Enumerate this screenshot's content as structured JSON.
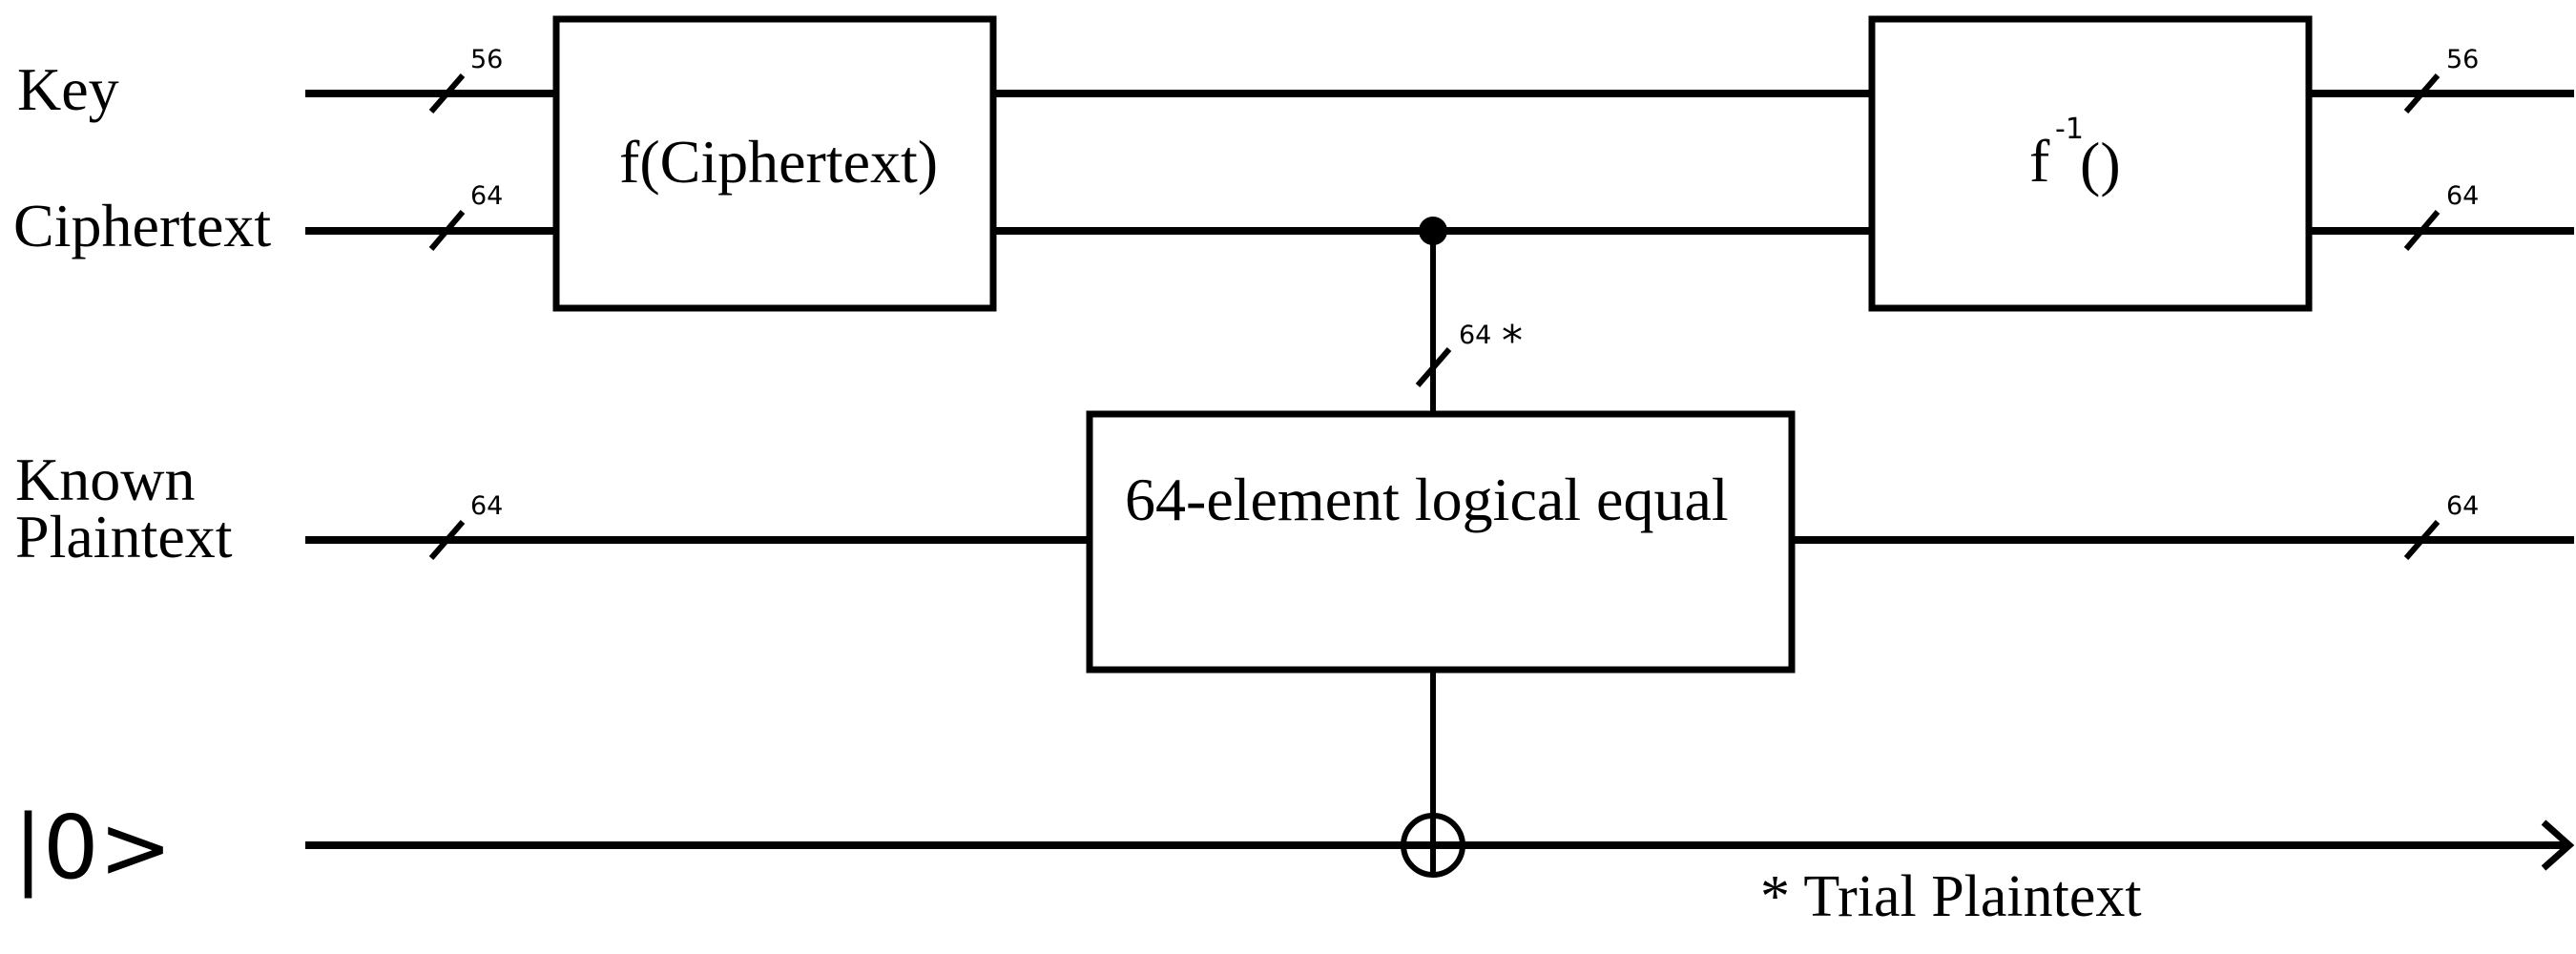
{
  "diagram": {
    "title": "Quantum circuit: known-plaintext key search",
    "colors": {
      "stroke": "#000000",
      "background": "#ffffff"
    },
    "wires": {
      "key": {
        "label": "Key",
        "bus_in": "56",
        "bus_out": "56"
      },
      "ciphertext": {
        "label": "Ciphertext",
        "bus_in": "64",
        "bus_out": "64"
      },
      "known_plaintext": {
        "label_line1": "Known",
        "label_line2": "Plaintext",
        "bus_in": "64",
        "bus_out": "64"
      },
      "ancilla": {
        "label": "|0>"
      }
    },
    "gates": {
      "f": {
        "label": "f(Ciphertext)"
      },
      "f_inverse": {
        "base": "f",
        "superscript": "-1",
        "args": "()"
      },
      "logical_equal": {
        "label": "64-element logical equal"
      }
    },
    "control": {
      "bus": "64",
      "marker": "*",
      "icon": "control-dot"
    },
    "target": {
      "icon": "xor-target"
    },
    "footnote": "* Trial Plaintext"
  }
}
